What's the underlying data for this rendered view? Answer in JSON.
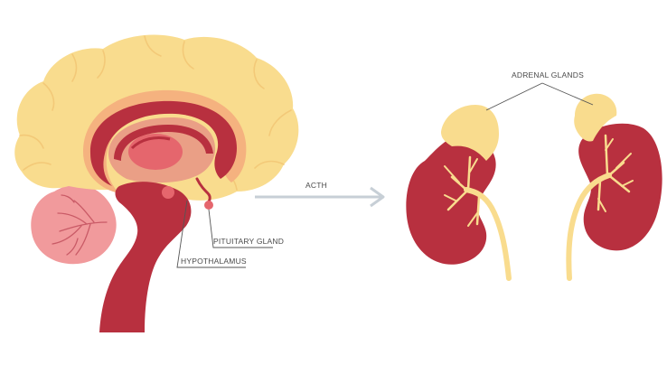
{
  "labels": {
    "pituitary_gland": "PITUITARY GLAND",
    "hypothalamus": "HYPOTHALAMUS",
    "acth": "ACTH",
    "adrenal_glands": "ADRENAL GLANDS"
  },
  "colors": {
    "cortex": "#f9dc8e",
    "cortex_gyri_line": "#f3c978",
    "limbic": "#f5b27f",
    "corpus": "#ea9f86",
    "brainstem": "#b8303f",
    "thalamus": "#e5666d",
    "cerebellum": "#f19a9c",
    "cerebellum_lines": "#c95a66",
    "kidney": "#b8303f",
    "adrenal": "#f9dc8e",
    "vessels": "#f9dc8e",
    "arrow": "#c7cfd6",
    "leader_lines": "#555555"
  }
}
